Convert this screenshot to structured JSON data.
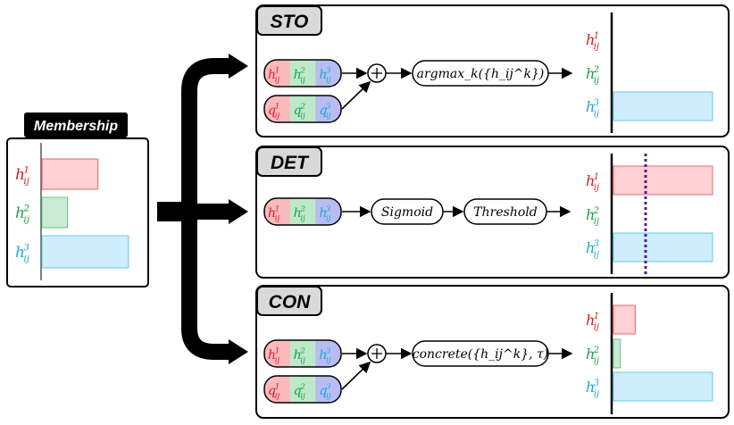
{
  "membership": {
    "title": "Membership",
    "bars": [
      {
        "sup": "1",
        "value": 0.55,
        "color": "#d9191f",
        "fill": "#fdd0d3",
        "stroke": "#e36a70"
      },
      {
        "sup": "2",
        "value": 0.25,
        "color": "#1e9a4a",
        "fill": "#c9ecd3",
        "stroke": "#6bc48b"
      },
      {
        "sup": "3",
        "value": 0.85,
        "color": "#1aa7d6",
        "fill": "#cdeefa",
        "stroke": "#6cc7e8"
      }
    ]
  },
  "var_base": "h",
  "var_sub": "ij",
  "q_base": "q",
  "panels": [
    {
      "id": "sto",
      "title": "STO",
      "ops": [
        "argmax_k({h_ij^k})"
      ],
      "output": [
        0,
        0,
        1
      ]
    },
    {
      "id": "det",
      "title": "DET",
      "ops": [
        "Sigmoid",
        "Threshold"
      ],
      "output": [
        1,
        0,
        1
      ],
      "threshold_line": true
    },
    {
      "id": "con",
      "title": "CON",
      "ops": [
        "concrete({h_ij^k}, τ)"
      ],
      "output": [
        0.22,
        0.07,
        1
      ]
    }
  ],
  "colors": {
    "red_text": "#d9191f",
    "green_text": "#1e9a4a",
    "blue_text": "#1aa7d6",
    "pill_red": "#f9b9bd",
    "pill_green": "#bde9c9",
    "pill_blue": "#b7bdf2",
    "threshold": "#5b1a8c"
  }
}
